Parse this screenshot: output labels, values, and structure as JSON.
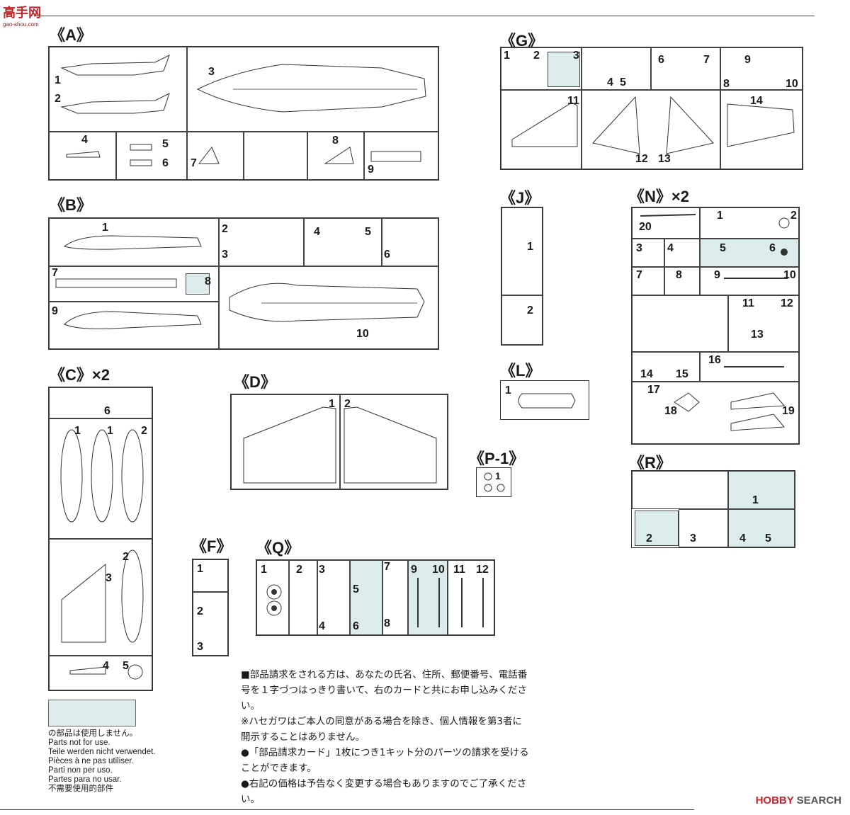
{
  "logo": {
    "text": "高手网",
    "sub": "gao-shou.com"
  },
  "sprues": {
    "A": {
      "title": "《A》",
      "parts": [
        "1",
        "2",
        "3",
        "4",
        "5",
        "6",
        "7",
        "8",
        "9"
      ]
    },
    "B": {
      "title": "《B》",
      "parts": [
        "1",
        "2",
        "3",
        "4",
        "5",
        "6",
        "7",
        "8",
        "9",
        "10"
      ]
    },
    "C": {
      "title": "《C》×2",
      "parts": [
        "6",
        "1",
        "1",
        "2",
        "2",
        "3",
        "4",
        "5"
      ]
    },
    "D": {
      "title": "《D》",
      "parts": [
        "1",
        "2"
      ]
    },
    "F": {
      "title": "《F》",
      "parts": [
        "1",
        "2",
        "3"
      ]
    },
    "G": {
      "title": "《G》",
      "parts": [
        "1",
        "2",
        "3",
        "4",
        "5",
        "6",
        "7",
        "8",
        "9",
        "10",
        "11",
        "12",
        "13",
        "14"
      ]
    },
    "J": {
      "title": "《J》",
      "parts": [
        "1",
        "2"
      ]
    },
    "L": {
      "title": "《L》",
      "parts": [
        "1"
      ]
    },
    "N": {
      "title": "《N》×2",
      "parts": [
        "20",
        "1",
        "2",
        "3",
        "4",
        "5",
        "6",
        "7",
        "8",
        "9",
        "10",
        "11",
        "12",
        "13",
        "14",
        "15",
        "16",
        "17",
        "18",
        "19"
      ]
    },
    "P": {
      "title": "《P-1》",
      "parts": [
        "1"
      ]
    },
    "Q": {
      "title": "《Q》",
      "parts": [
        "1",
        "2",
        "3",
        "4",
        "5",
        "6",
        "7",
        "8",
        "9",
        "10",
        "11",
        "12"
      ]
    },
    "R": {
      "title": "《R》",
      "parts": [
        "1",
        "2",
        "3",
        "4",
        "5"
      ]
    }
  },
  "legend": {
    "jp": "の部品は使用しません。",
    "en": "Parts not for use.",
    "de": "Teile werden nicht verwendet.",
    "fr": "Pièces à ne pas utiliser.",
    "it": "Parti non per uso.",
    "es": "Partes para no usar.",
    "zh": "不需要使用的部件"
  },
  "notes": [
    "■部品請求をされる方は、あなたの氏名、住所、郵便番号、電話番号を１字づつはっきり書いて、右のカードと共にお申し込みください。",
    "※ハセガワはご本人の同意がある場合を除き、個人情報を第3者に開示することはありません。",
    "●「部品請求カード」1枚につき1キット分のパーツの請求を受けることができます。",
    "●右記の価格は予告なく変更する場合もありますのでご了承ください。"
  ],
  "watermark": {
    "brand": "HOBBY",
    "suffix": "SEARCH"
  },
  "colors": {
    "shade": "#dcebec",
    "line": "#333333",
    "logo": "#c0262c"
  }
}
